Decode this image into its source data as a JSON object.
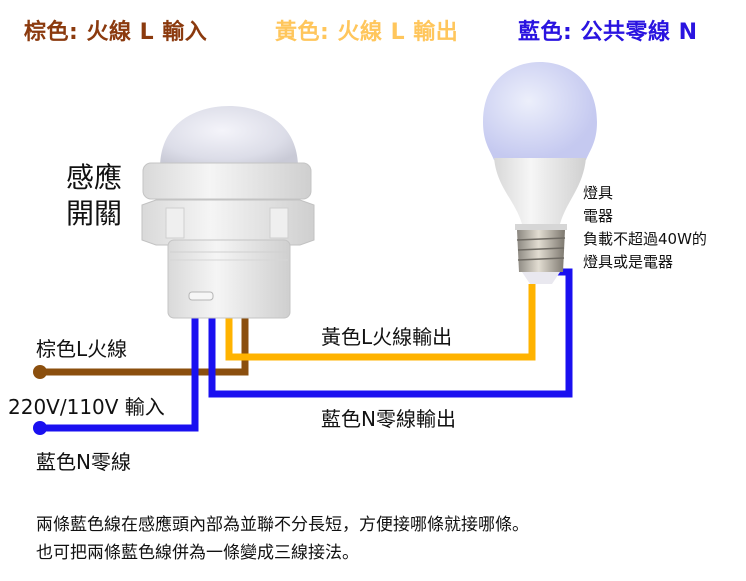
{
  "legend": {
    "brown": {
      "text": "棕色: 火線 L 輸入",
      "color": "#8B3A0E"
    },
    "yellow": {
      "text": "黃色: 火線 L 輸出",
      "color": "#FFC65C"
    },
    "blue": {
      "text": "藍色: 公共零線 N",
      "color": "#2A14E0"
    }
  },
  "sensor": {
    "label_line1": "感應",
    "label_line2": "開關"
  },
  "bulb": {
    "lines": [
      "燈具",
      "電器",
      "負載不超過40W的",
      "燈具或是電器"
    ]
  },
  "wires": {
    "brown_input_label": "棕色L火線",
    "voltage_label": "220V/110V 輸入",
    "blue_input_label": "藍色N零線",
    "yellow_output_label": "黃色L火線輸出",
    "blue_output_label": "藍色N零線輸出",
    "colors": {
      "brown": "#8B4F0E",
      "yellow": "#FFB300",
      "blue": "#1A10F0"
    }
  },
  "notes": {
    "line1": "兩條藍色線在感應頭內部為並聯不分長短，方便接哪條就接哪條。",
    "line2": "也可把兩條藍色線併為一條變成三線接法。"
  }
}
